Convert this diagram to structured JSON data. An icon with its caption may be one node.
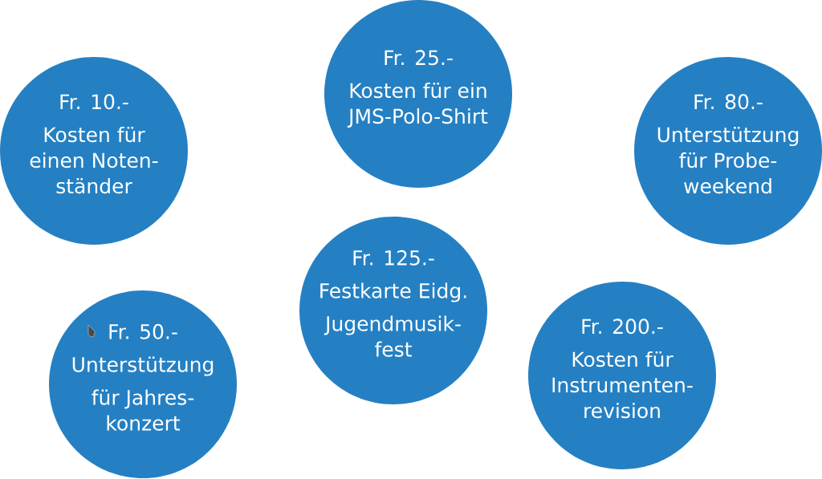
{
  "diagram": {
    "nodes": [
      {
        "text": [
          "Fr. 10.-",
          "Kosten für einen Noten- ständer"
        ]
      },
      {
        "text": [
          "Fr. 25.-",
          "Kosten für ein JMS-Polo-Shirt"
        ]
      },
      {
        "text": [
          "Fr. 80.-",
          "Unterstützung für Probe- weekend"
        ]
      },
      {
        "text": [
          "Fr. 50.-",
          "Unterstützung",
          "für Jahres- konzert"
        ]
      },
      {
        "text": [
          "Fr. 125.-",
          "Festkarte Eidg.",
          "Jugendmusik- fest"
        ]
      },
      {
        "text": [
          "Fr. 200.-",
          "Kosten für Instrumenten- revision"
        ]
      }
    ]
  }
}
